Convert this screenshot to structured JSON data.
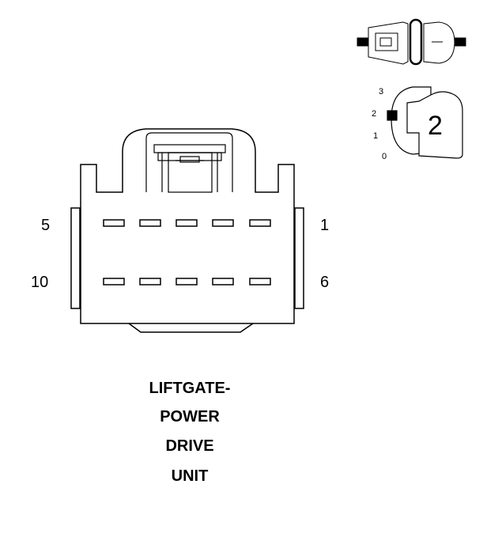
{
  "connector": {
    "pin_labels": {
      "top_left": "5",
      "top_right": "1",
      "bottom_left": "10",
      "bottom_right": "6"
    }
  },
  "keying": {
    "positions": [
      "3",
      "2",
      "1",
      "0"
    ],
    "selected": "2"
  },
  "caption": {
    "lines": [
      "LIFTGATE-",
      "POWER",
      "DRIVE",
      "UNIT"
    ]
  }
}
